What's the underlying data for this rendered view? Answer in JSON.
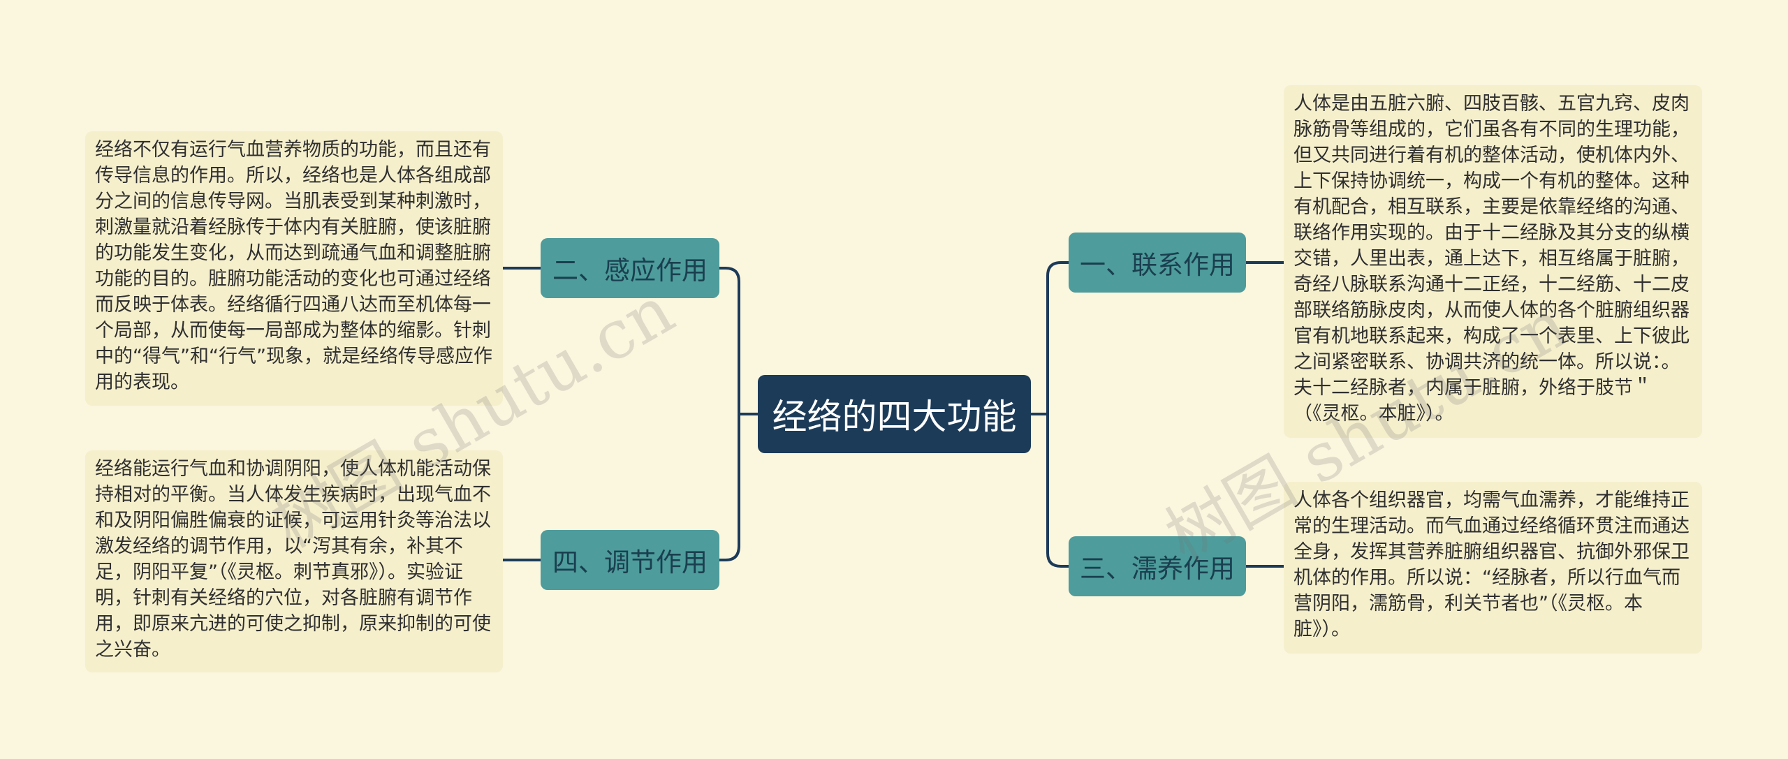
{
  "central": {
    "title": "经络的四大功能"
  },
  "branches": {
    "link": {
      "label": "一、联系作用",
      "text": "人体是由五脏六腑、四肢百骸、五官九窍、皮肉脉筋骨等组成的，它们虽各有不同的生理功能，但又共同进行着有机的整体活动，使机体内外、上下保持协调统一，构成一个有机的整体。这种有机配合，相互联系，主要是依靠经络的沟通、联络作用实现的。由于十二经脉及其分支的纵横交错，人里出表，通上达下，相互络属于脏腑，奇经八脉联系沟通十二正经，十二经筋、十二皮部联络筋脉皮肉，从而使人体的各个脏腑组织器官有机地联系起来，构成了一个表里、上下彼此之间紧密联系、协调共济的统一体。所以说：。夫十二经脉者，内属于脏腑，外络于肢节＂（《灵枢。本脏》）。"
    },
    "sense": {
      "label": "二、感应作用",
      "text": "经络不仅有运行气血营养物质的功能，而且还有传导信息的作用。所以，经络也是人体各组成部分之间的信息传导网。当肌表受到某种刺激时，刺激量就沿着经脉传于体内有关脏腑，使该脏腑的功能发生变化，从而达到疏通气血和调整脏腑功能的目的。脏腑功能活动的变化也可通过经络而反映于体表。经络循行四通八达而至机体每一个局部，从而使每一局部成为整体的缩影。针刺中的“得气”和“行气”现象，就是经络传导感应作用的表现。"
    },
    "nourish": {
      "label": "三、濡养作用",
      "text": "人体各个组织器官，均需气血濡养，才能维持正常的生理活动。而气血通过经络循环贯注而通达全身，发挥其营养脏腑组织器官、抗御外邪保卫机体的作用。所以说：“经脉者，所以行血气而营阴阳，濡筋骨，利关节者也”（《灵枢。本脏》）。"
    },
    "regulate": {
      "label": "四、调节作用",
      "text": "经络能运行气血和协调阴阳，使人体机能活动保持相对的平衡。当人体发生疾病时，出现气血不和及阴阳偏胜偏衰的证候，可运用针灸等治法以激发经络的调节作用，以“泻其有余，补其不足，阴阳平复”（《灵枢。刺节真邪》）。实验证明，针刺有关经络的穴位，对各脏腑有调节作用，即原来亢进的可使之抑制，原来抑制的可使之兴奋。"
    }
  },
  "watermarks": {
    "left": "树图 shutu.cn",
    "right": "树图 shutu.cn"
  },
  "colors": {
    "background": "#fbf6de",
    "central_fill": "#1c3b59",
    "branch_fill": "#4e9c9c",
    "leaf_fill": "#f5efcc",
    "connector": "#1c3b59"
  }
}
